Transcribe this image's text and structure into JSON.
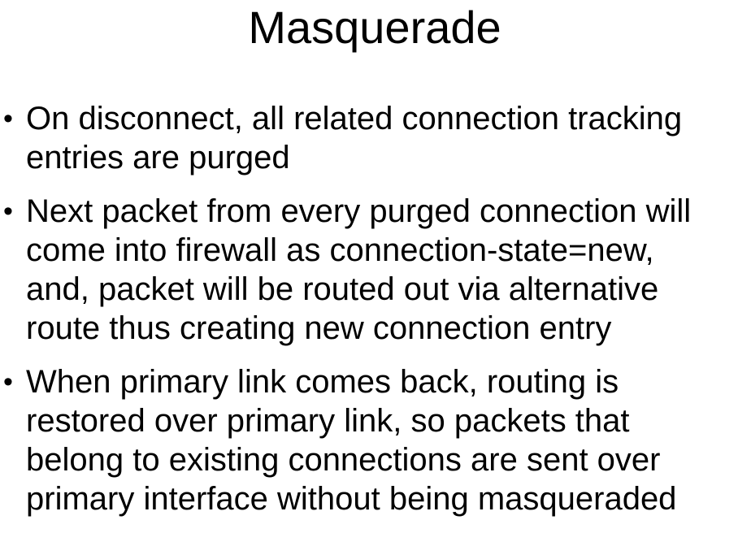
{
  "slide": {
    "title": "Masquerade",
    "bullet_marker": "•",
    "bullets": [
      {
        "lines": [
          "On disconnect, all related connection tracking",
          "entries are purged"
        ]
      },
      {
        "lines": [
          "Next packet from every purged connection will",
          "come into firewall as connection-state=new,",
          "and, packet will be routed out via alternative",
          "route thus creating new connection entry"
        ]
      },
      {
        "lines": [
          "When primary link comes back, routing is",
          "restored over primary link, so packets that",
          "belong to existing connections are sent over",
          "primary interface without being masqueraded"
        ]
      }
    ]
  }
}
